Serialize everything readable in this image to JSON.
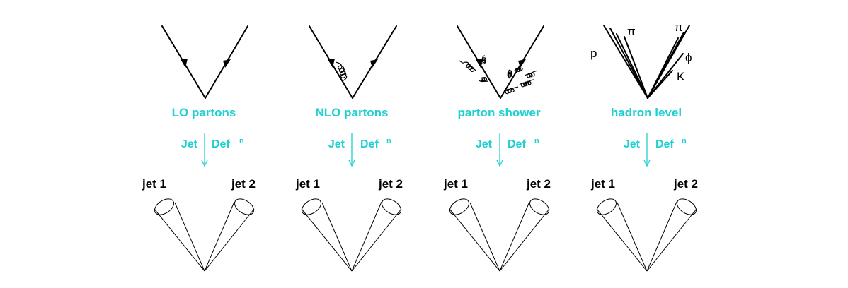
{
  "stages": [
    {
      "title": "LO partons",
      "jet_label": "Jet",
      "def_label": "Def",
      "def_sup": "n",
      "jet1": "jet 1",
      "jet2": "jet 2"
    },
    {
      "title": "NLO partons",
      "jet_label": "Jet",
      "def_label": "Def",
      "def_sup": "n",
      "jet1": "jet 1",
      "jet2": "jet 2"
    },
    {
      "title": "parton shower",
      "jet_label": "Jet",
      "def_label": "Def",
      "def_sup": "n",
      "jet1": "jet 1",
      "jet2": "jet 2"
    },
    {
      "title": "hadron level",
      "jet_label": "Jet",
      "def_label": "Def",
      "def_sup": "n",
      "jet1": "jet 1",
      "jet2": "jet 2"
    }
  ],
  "hadron_labels": {
    "p": "p",
    "pi_left": "π",
    "pi_right": "π",
    "phi": "ϕ",
    "K": "K"
  },
  "colors": {
    "accent": "#1fd0d0",
    "ink": "#000000"
  }
}
